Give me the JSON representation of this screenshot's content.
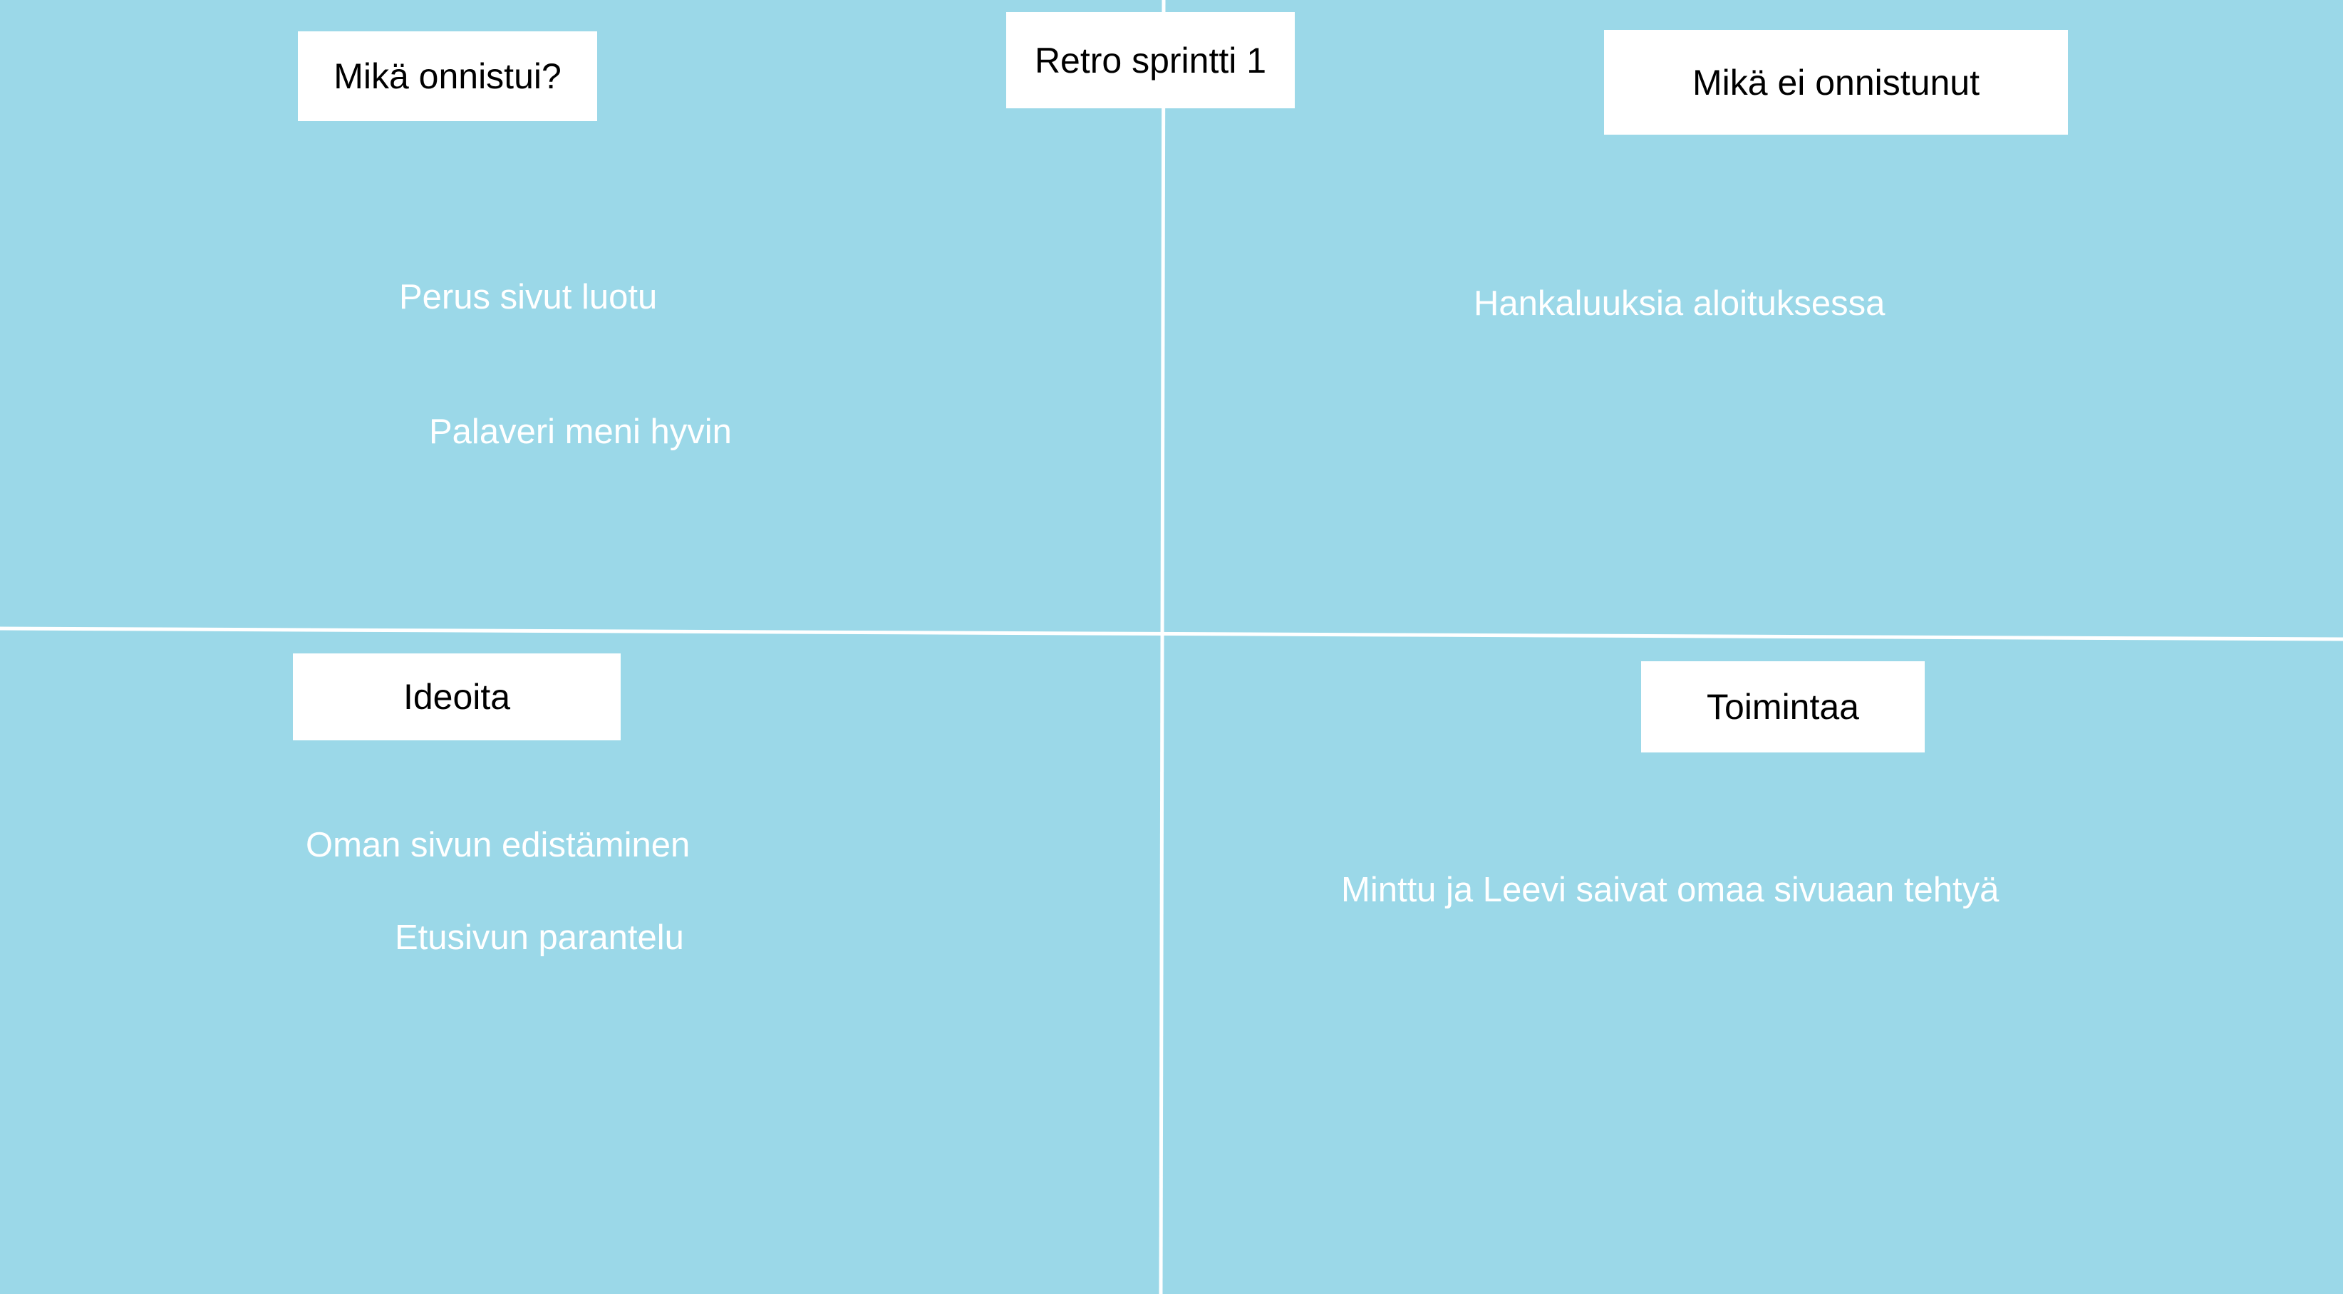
{
  "colors": {
    "board_background": "#9bd8e8",
    "label_background": "#ffffff",
    "label_text": "#000000",
    "note_text": "#ffffff",
    "divider": "#ffffff"
  },
  "title": "Retro sprintti 1",
  "quadrants": {
    "went_well": {
      "label": "Mikä onnistui?",
      "notes": [
        "Perus sivut luotu",
        "Palaveri meni hyvin"
      ]
    },
    "went_wrong": {
      "label": "Mikä ei onnistunut",
      "notes": [
        "Hankaluuksia aloituksessa"
      ]
    },
    "ideas": {
      "label": "Ideoita",
      "notes": [
        "Oman sivun edistäminen",
        "Etusivun parantelu"
      ]
    },
    "actions": {
      "label": "Toimintaa",
      "notes": [
        "Minttu ja Leevi saivat omaa sivuaan tehtyä"
      ]
    }
  }
}
